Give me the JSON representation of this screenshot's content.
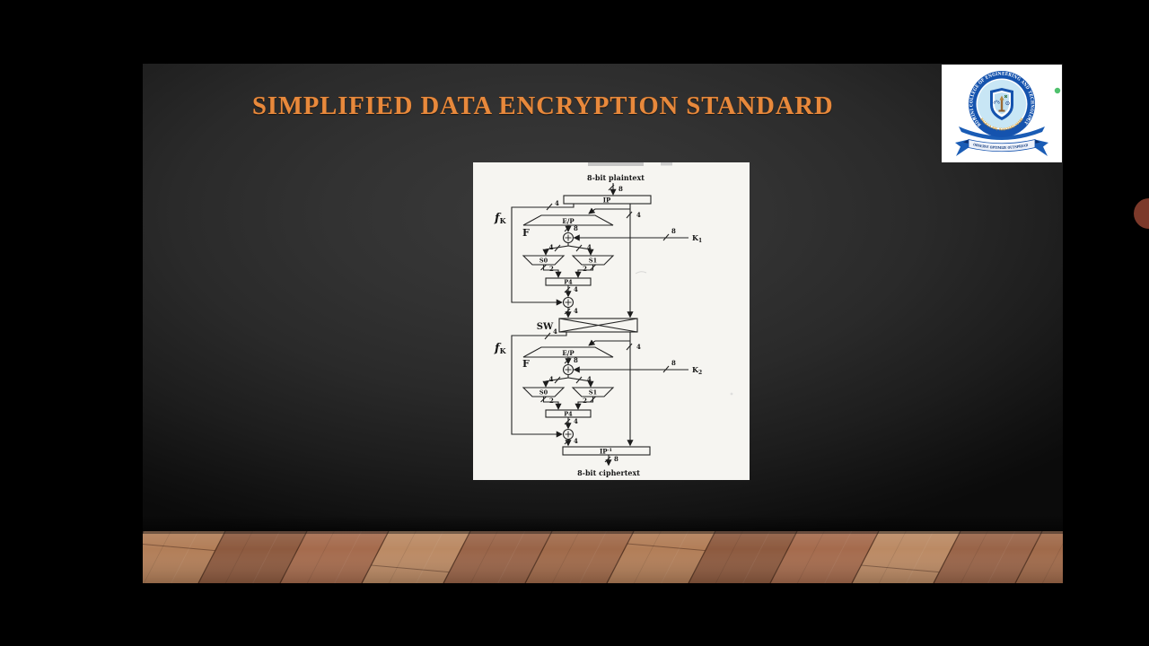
{
  "slide": {
    "title": "SIMPLIFIED DATA ENCRYPTION STANDARD"
  },
  "logo": {
    "institution_arc": "ROHINI COLLEGE OF ENGINEERING AND TECHNOLOGY",
    "location_arc": "PALKULAM, KANYAKUMARI",
    "motto": "OBSERVE OPTIMIZE OUTSPREAD"
  },
  "diagram": {
    "plaintext_label": "8-bit plaintext",
    "ciphertext_label": "8-bit ciphertext",
    "ip_label": "IP",
    "ip_inverse_base": "IP",
    "ip_inverse_sup": "-1",
    "fk_base": "f",
    "fk_sub": "K",
    "f_label": "F",
    "ep_label": "E/P",
    "sw_label": "SW",
    "s0_label": "S0",
    "s1_label": "S1",
    "p4_label": "P4",
    "key_base": "K",
    "key1_sub": "1",
    "key2_sub": "2",
    "bits8": "8",
    "bits4": "4",
    "bits2": "2"
  },
  "colors": {
    "accent_orange": "#e8893c",
    "wall_gray": "#303030",
    "paper_white": "#f6f5f1",
    "ink": "#232323",
    "seal_blue": "#1553ae",
    "seal_light_blue": "#c8e6f5",
    "ribbon_blue": "#1a5cb5",
    "motto_navy": "#123a7d",
    "location_orange": "#e8a020",
    "green_dot": "#4fc16d",
    "red_bubble": "#7c392a",
    "floor_planks": [
      "#a06a4a",
      "#b27e58",
      "#8d5a3f",
      "#a56b4d",
      "#bb8a64",
      "#996448"
    ],
    "floor_seam": "#53311f"
  }
}
